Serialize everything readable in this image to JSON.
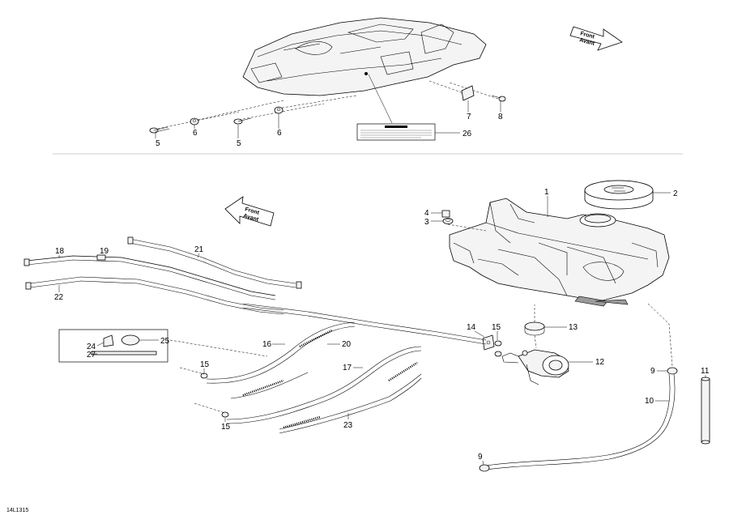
{
  "diagram": {
    "code": "14L1315",
    "front_arrow_top": {
      "line1": "Front",
      "line2": "Avant"
    },
    "front_arrow_middle": {
      "line1": "Front",
      "line2": "Avant"
    },
    "callouts": {
      "c1": "1",
      "c2": "2",
      "c3": "3",
      "c4": "4",
      "c5a": "5",
      "c5b": "5",
      "c6a": "6",
      "c6b": "6",
      "c7": "7",
      "c8": "8",
      "c9a": "9",
      "c9b": "9",
      "c10": "10",
      "c11": "11",
      "c12": "12",
      "c13": "13",
      "c14": "14",
      "c15a": "15",
      "c15b": "15",
      "c15c": "15",
      "c16": "16",
      "c17": "17",
      "c18": "18",
      "c19": "19",
      "c20": "20",
      "c21": "21",
      "c22": "22",
      "c23": "23",
      "c24": "24",
      "c25": "25",
      "c26": "26",
      "c27": "27"
    }
  }
}
